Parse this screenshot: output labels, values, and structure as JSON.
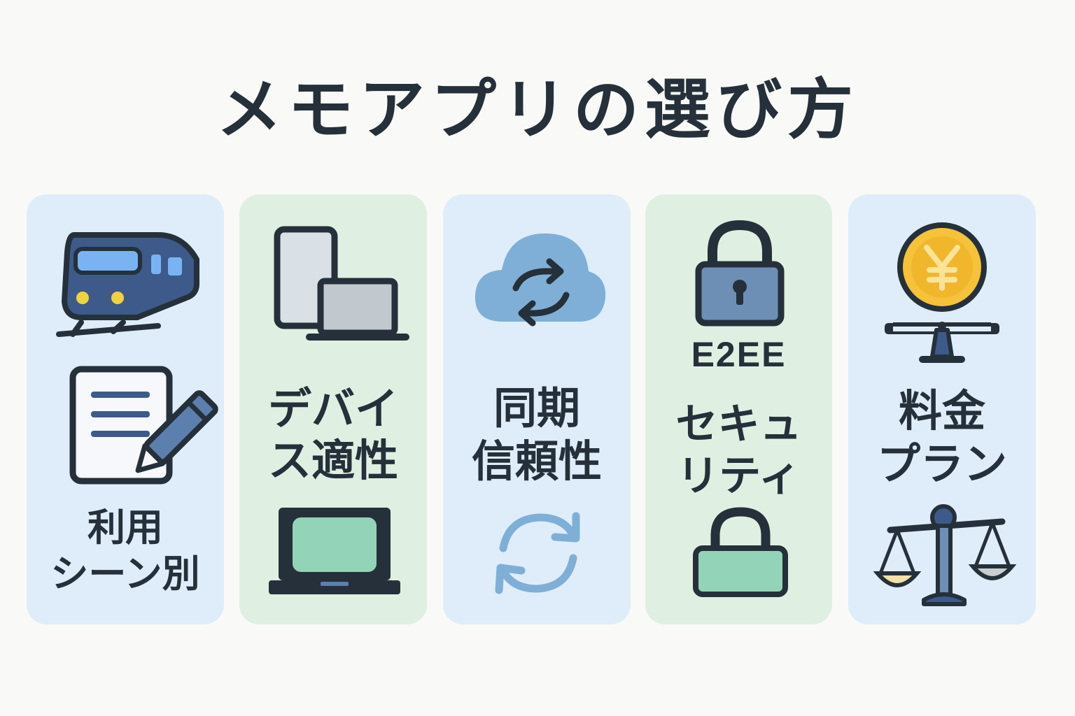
{
  "title": "メモアプリの選び方",
  "cards": [
    {
      "label_lines": [
        "利用",
        "シーン別"
      ],
      "icons": [
        "train-icon",
        "document-pencil-icon"
      ],
      "color": "#deedf9"
    },
    {
      "label_lines": [
        "デバイ",
        "ス適性"
      ],
      "icons": [
        "phone-laptop-icon",
        "laptop-icon"
      ],
      "color": "#dff0e2"
    },
    {
      "label_lines": [
        "同期",
        "信頼性"
      ],
      "icons": [
        "cloud-sync-icon",
        "sync-arrows-icon"
      ],
      "color": "#deedf9"
    },
    {
      "label_top": "E2EE",
      "label_lines": [
        "セキュ",
        "リティ"
      ],
      "icons": [
        "padlock-icon",
        "padlock-open-icon"
      ],
      "color": "#dff0e2"
    },
    {
      "label_lines": [
        "料金",
        "プラン"
      ],
      "icons": [
        "yen-coin-icon",
        "scale-icon"
      ],
      "color": "#deedf9"
    }
  ],
  "colors": {
    "dark": "#25303a",
    "navy": "#3d5a8a",
    "light_blue": "#7ab3f3",
    "yellow": "#f0d23c",
    "mint": "#93d3b8",
    "cloud": "#7fafd6",
    "gold": "#f5c23a",
    "steel": "#6d8fb5"
  }
}
